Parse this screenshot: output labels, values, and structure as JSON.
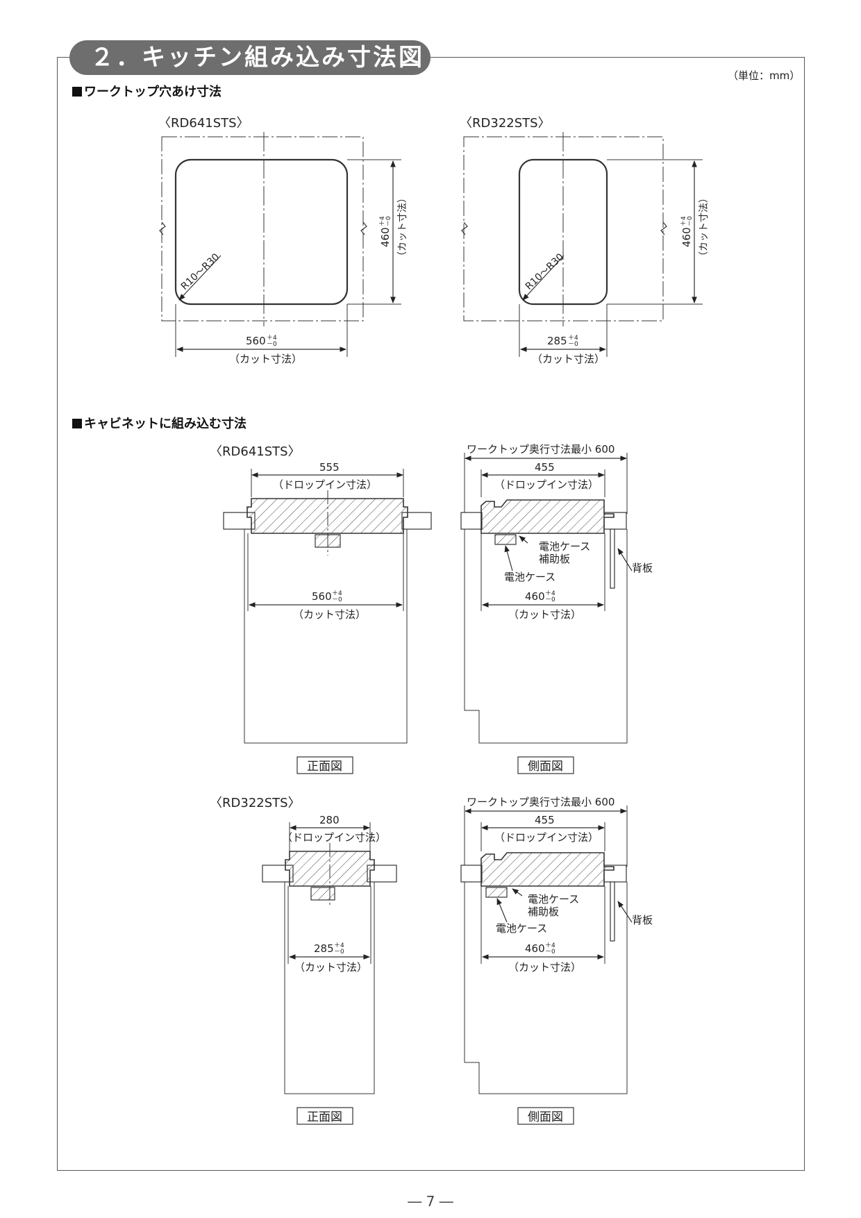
{
  "header": {
    "title": "２．キッチン組み込み寸法図",
    "unit": "（単位：mm）"
  },
  "section_cutout": {
    "title": "ワークトップ穴あけ寸法",
    "rd641": {
      "model": "〈RD641STS〉",
      "radius": "R10～R30",
      "width": "560",
      "height": "460",
      "tol_plus": "＋4",
      "tol_minus": "－0",
      "cut_label": "（カット寸法）"
    },
    "rd322": {
      "model": "〈RD322STS〉",
      "radius": "R10～R30",
      "width": "285",
      "height": "460",
      "tol_plus": "＋4",
      "tol_minus": "－0",
      "cut_label": "（カット寸法）"
    }
  },
  "section_cabinet": {
    "title": "キャビネットに組み込む寸法",
    "rd641": {
      "model": "〈RD641STS〉",
      "front": {
        "dropin": "555",
        "dropin_label": "（ドロップイン寸法）",
        "cut": "560",
        "cut_label": "（カット寸法）",
        "view": "正面図"
      },
      "side": {
        "worktop": "ワークトップ奥行寸法最小 600",
        "dropin": "455",
        "dropin_label": "（ドロップイン寸法）",
        "battery_plate": "電池ケース",
        "battery_plate2": "補助板",
        "battery_case": "電池ケース",
        "back_panel": "背板",
        "cut": "460",
        "cut_label": "（カット寸法）",
        "view": "側面図"
      }
    },
    "rd322": {
      "model": "〈RD322STS〉",
      "front": {
        "dropin": "280",
        "dropin_label": "（ドロップイン寸法）",
        "cut": "285",
        "cut_label": "（カット寸法）",
        "view": "正面図"
      },
      "side": {
        "worktop": "ワークトップ奥行寸法最小 600",
        "dropin": "455",
        "dropin_label": "（ドロップイン寸法）",
        "battery_plate": "電池ケース",
        "battery_plate2": "補助板",
        "battery_case": "電池ケース",
        "back_panel": "背板",
        "cut": "460",
        "cut_label": "（カット寸法）",
        "view": "側面図"
      }
    }
  },
  "footer": {
    "page": "― 7 ―"
  }
}
